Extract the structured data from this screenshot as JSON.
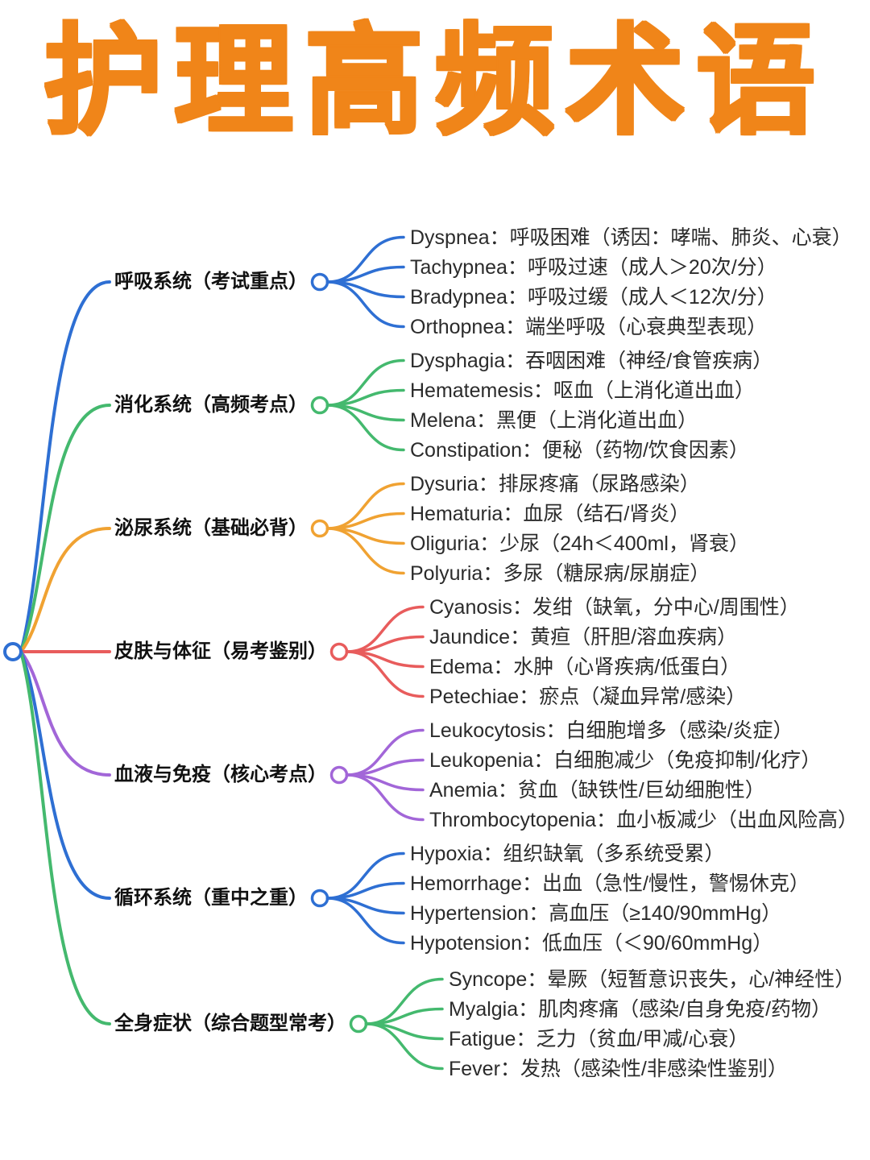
{
  "title": "护理高频术语",
  "title_color": "#F08519",
  "root": {
    "color": "#2E6FD3"
  },
  "branches": [
    {
      "label": "呼吸系统（考试重点）",
      "color": "#2E6FD3",
      "leaves": [
        "Dyspnea：呼吸困难（诱因：哮喘、肺炎、心衰）",
        "Tachypnea：呼吸过速（成人＞20次/分）",
        "Bradypnea：呼吸过缓（成人＜12次/分）",
        "Orthopnea：端坐呼吸（心衰典型表现）"
      ]
    },
    {
      "label": "消化系统（高频考点）",
      "color": "#44B96E",
      "leaves": [
        "Dysphagia：吞咽困难（神经/食管疾病）",
        "Hematemesis：呕血（上消化道出血）",
        "Melena：黑便（上消化道出血）",
        "Constipation：便秘（药物/饮食因素）"
      ]
    },
    {
      "label": "泌尿系统（基础必背）",
      "color": "#F0A232",
      "leaves": [
        "Dysuria：排尿疼痛（尿路感染）",
        "Hematuria：血尿（结石/肾炎）",
        "Oliguria：少尿（24h＜400ml，肾衰）",
        "Polyuria：多尿（糖尿病/尿崩症）"
      ]
    },
    {
      "label": "皮肤与体征（易考鉴别）",
      "color": "#E85C5C",
      "leaves": [
        "Cyanosis：发绀（缺氧，分中心/周围性）",
        "Jaundice：黄疸（肝胆/溶血疾病）",
        "Edema：水肿（心肾疾病/低蛋白）",
        "Petechiae：瘀点（凝血异常/感染）"
      ]
    },
    {
      "label": "血液与免疫（核心考点）",
      "color": "#A266D8",
      "leaves": [
        "Leukocytosis：白细胞增多（感染/炎症）",
        "Leukopenia：白细胞减少（免疫抑制/化疗）",
        "Anemia：贫血（缺铁性/巨幼细胞性）",
        "Thrombocytopenia：血小板减少（出血风险高）"
      ]
    },
    {
      "label": "循环系统（重中之重）",
      "color": "#2E6FD3",
      "leaves": [
        "Hypoxia：组织缺氧（多系统受累）",
        "Hemorrhage：出血（急性/慢性，警惕休克）",
        "Hypertension：高血压（≥140/90mmHg）",
        "Hypotension：低血压（＜90/60mmHg）"
      ]
    },
    {
      "label": "全身症状（综合题型常考）",
      "color": "#44B96E",
      "leaves": [
        "Syncope：晕厥（短暂意识丧失，心/神经性）",
        "Myalgia：肌肉疼痛（感染/自身免疫/药物）",
        "Fatigue：乏力（贫血/甲减/心衰）",
        "Fever：发热（感染性/非感染性鉴别）"
      ]
    }
  ]
}
